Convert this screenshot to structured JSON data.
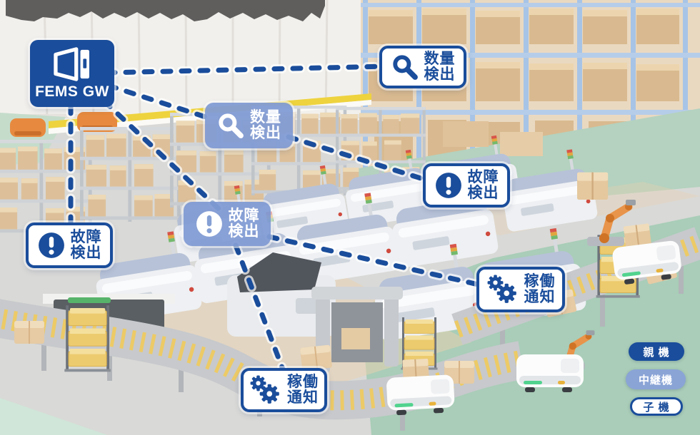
{
  "gateway": {
    "label": "FEMS GW"
  },
  "nodes": [
    {
      "id": "quantity-detect-1",
      "type": "child",
      "icon": "magnifier-icon",
      "line1": "数量",
      "line2": "検出"
    },
    {
      "id": "quantity-detect-2",
      "type": "relay",
      "icon": "magnifier-icon",
      "line1": "数量",
      "line2": "検出"
    },
    {
      "id": "fault-detect-1",
      "type": "child",
      "icon": "alert-icon",
      "line1": "故障",
      "line2": "検出"
    },
    {
      "id": "fault-detect-2",
      "type": "relay",
      "icon": "alert-icon",
      "line1": "故障",
      "line2": "検出"
    },
    {
      "id": "fault-detect-3",
      "type": "child",
      "icon": "alert-icon",
      "line1": "故障",
      "line2": "検出"
    },
    {
      "id": "run-notify-1",
      "type": "child",
      "icon": "gears-icon",
      "line1": "稼働",
      "line2": "通知"
    },
    {
      "id": "run-notify-2",
      "type": "child",
      "icon": "gears-icon",
      "line1": "稼働",
      "line2": "通知"
    }
  ],
  "legend": {
    "parent": "親 機",
    "relay": "中継機",
    "child": "子 機"
  },
  "colors": {
    "parent_blue": "#1a4d9b",
    "relay_blue": "#85a0d4",
    "line_blue": "#1a4d9b",
    "child_border_blue": "#1a4d9b"
  }
}
